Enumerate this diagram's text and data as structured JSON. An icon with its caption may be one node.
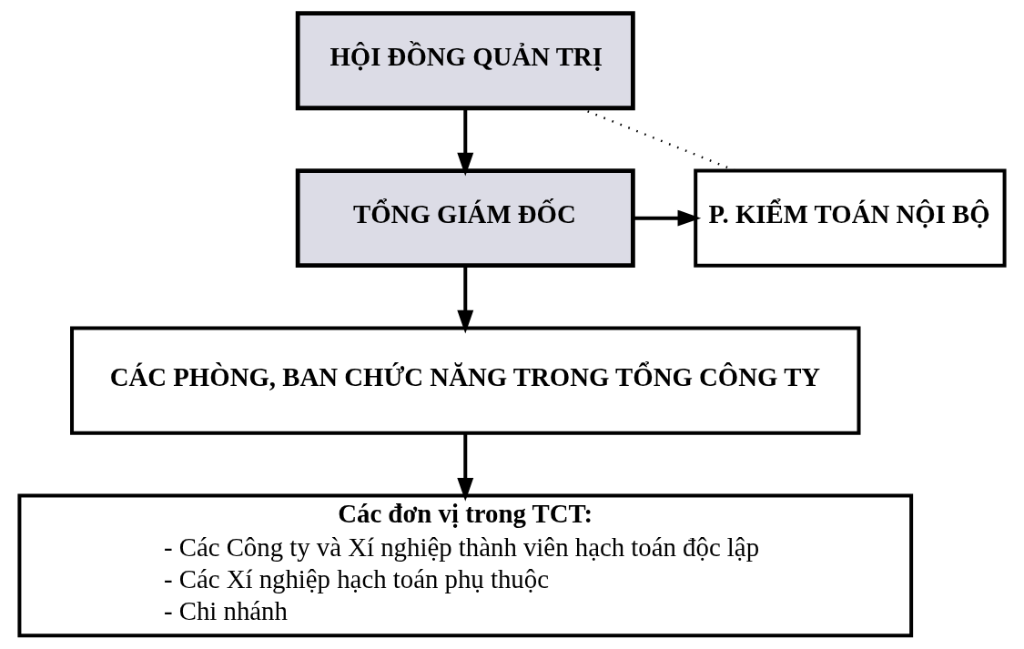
{
  "diagram": {
    "nodes": [
      {
        "text": [
          "HỘI ĐỒNG QUẢN TRỊ"
        ]
      },
      {
        "text": [
          "TỔNG GIÁM ĐỐC"
        ]
      },
      {
        "text": [
          "P. KIỂM TOÁN NỘI BỘ"
        ]
      },
      {
        "text": [
          "CÁC PHÒNG, BAN CHỨC NĂNG TRONG TỔNG CÔNG TY"
        ]
      },
      {
        "text": [
          "Các đơn vị trong TCT:",
          "- Các Công ty và Xí nghiệp thành viên hạch toán độc lập",
          "- Các Xí nghiệp hạch toán phụ thuộc",
          "- Chi nhánh"
        ]
      }
    ],
    "edges": [
      {
        "from": 0,
        "to": 1,
        "arrow": "to"
      },
      {
        "from": 1,
        "to": 2,
        "arrow": "to"
      },
      {
        "from": 0,
        "to": 2,
        "arrow": "none",
        "style": "dashed"
      },
      {
        "from": 1,
        "to": 3,
        "arrow": "to"
      },
      {
        "from": 3,
        "to": 4,
        "arrow": "to"
      }
    ]
  }
}
